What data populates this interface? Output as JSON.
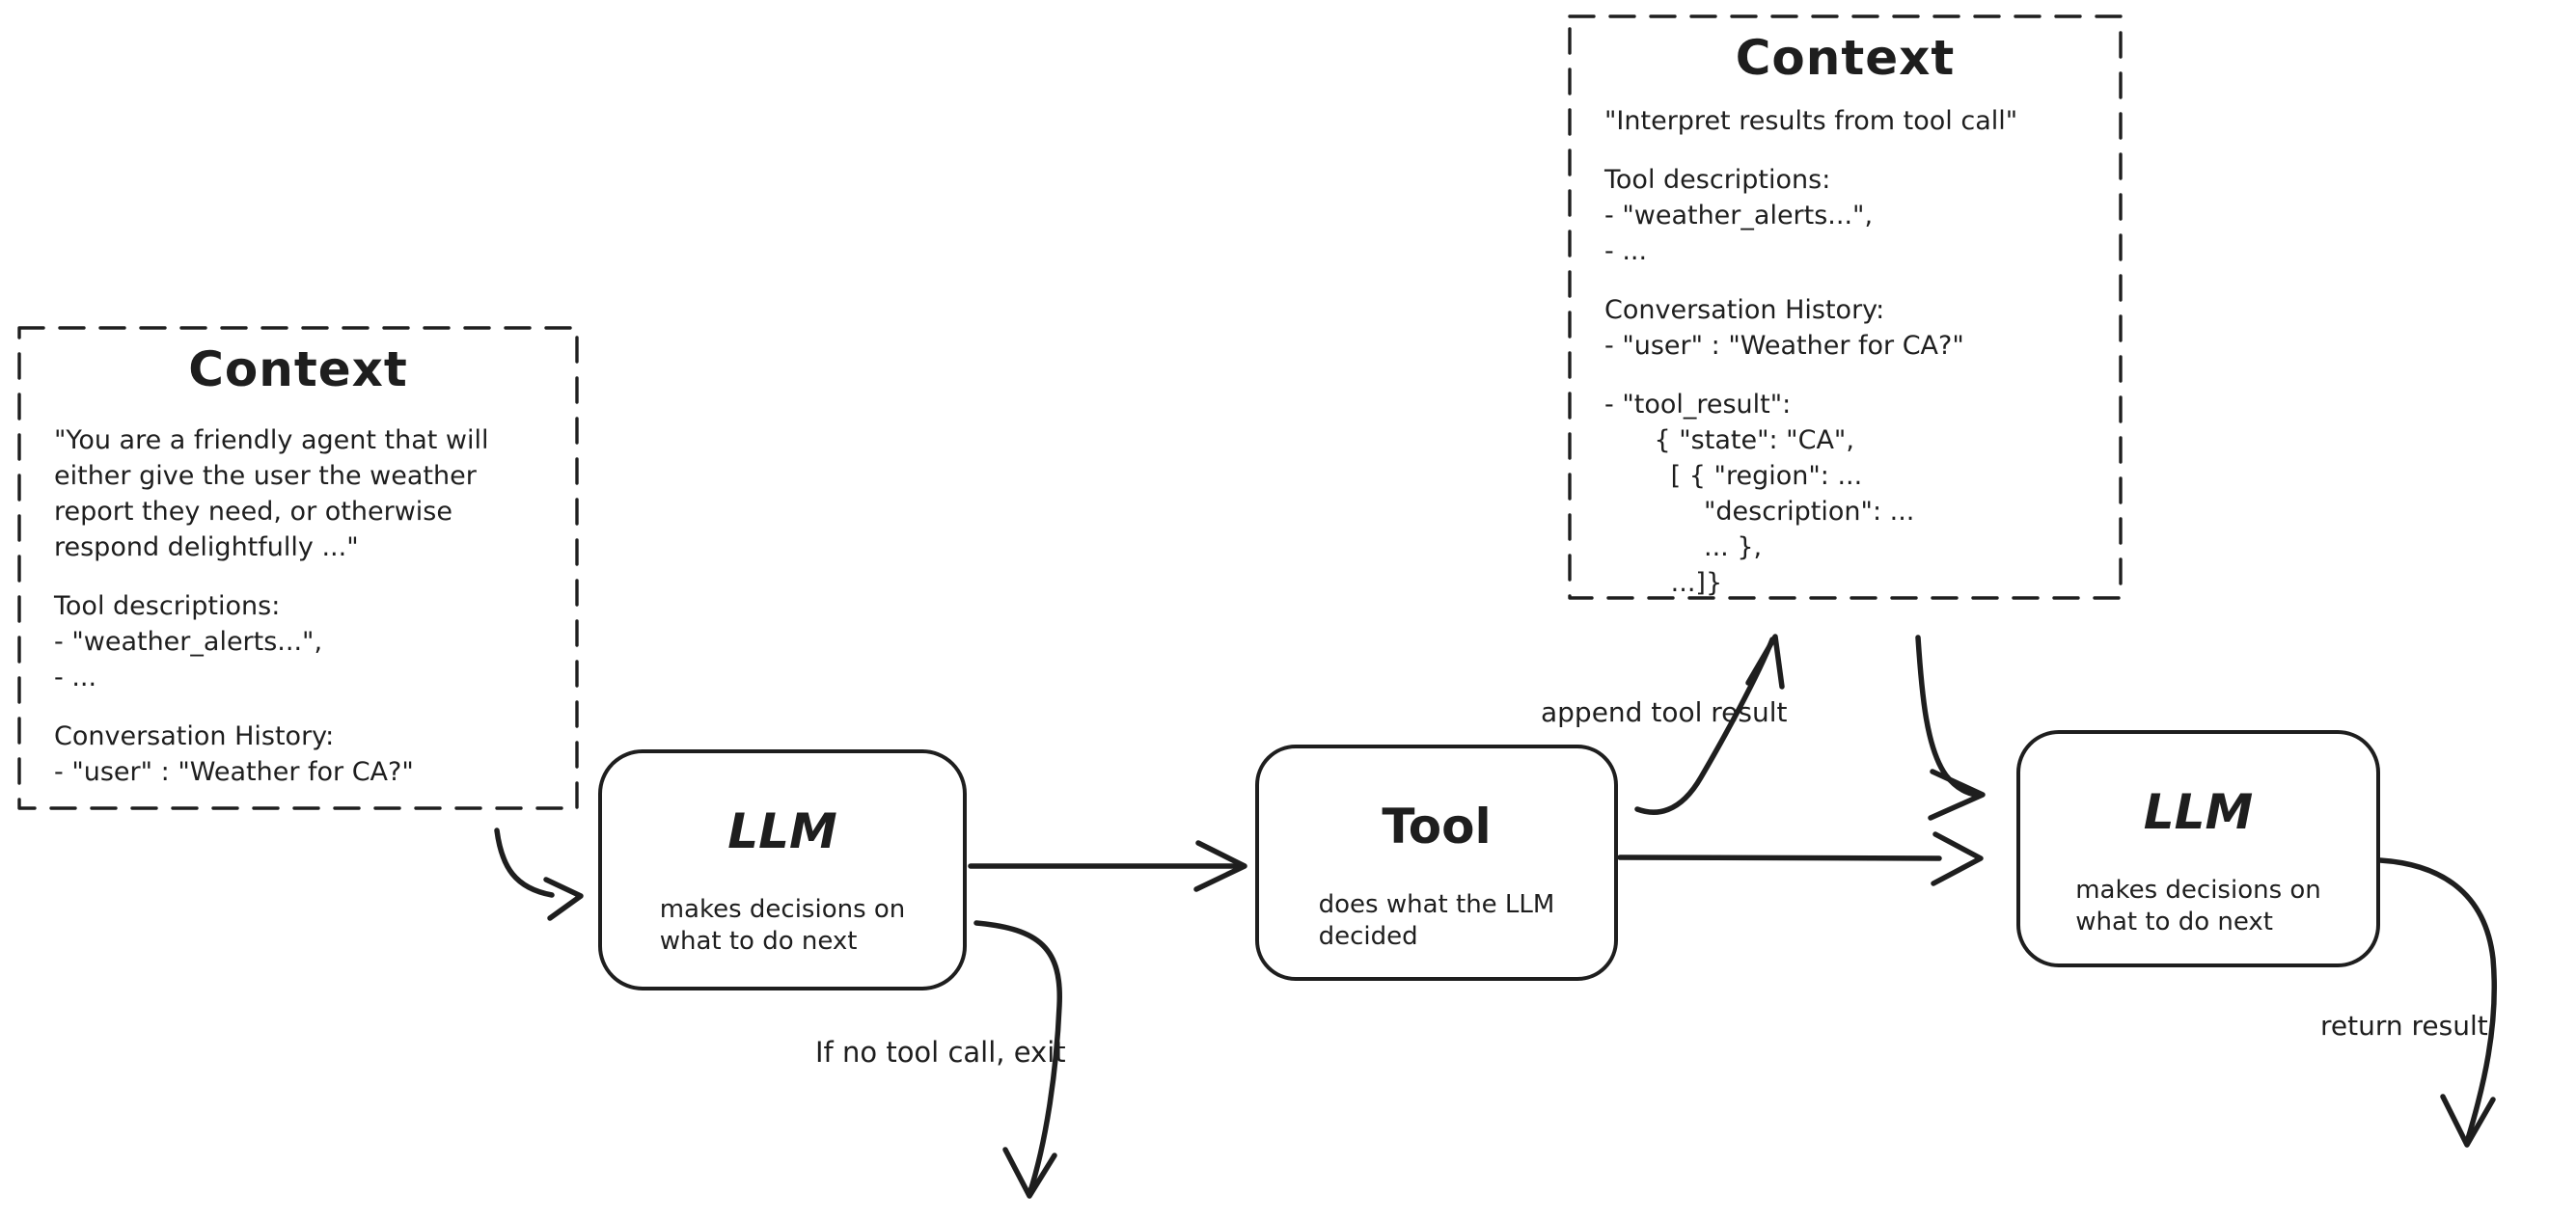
{
  "colors": {
    "stroke": "#1e1e1e",
    "background": "#ffffff"
  },
  "context_left": {
    "title": "Context",
    "paragraphs": [
      {
        "lines": [
          "\"You are a friendly agent that will",
          "either give the user the weather",
          "report they need, or otherwise",
          "respond delightfully ...\""
        ]
      },
      {
        "lines": [
          "Tool descriptions:",
          "- \"weather_alerts...\",",
          "- ..."
        ]
      },
      {
        "lines": [
          "Conversation History:",
          "- \"user\" : \"Weather for CA?\""
        ]
      }
    ]
  },
  "context_right": {
    "title": "Context",
    "paragraphs": [
      {
        "lines": [
          "\"Interpret results from tool call\""
        ]
      },
      {
        "lines": [
          "Tool descriptions:",
          "- \"weather_alerts...\",",
          "- ..."
        ]
      },
      {
        "lines": [
          "Conversation History:",
          "- \"user\" : \"Weather for CA?\""
        ]
      },
      {
        "lines": [
          "- \"tool_result\":",
          "      { \"state\": \"CA\",",
          "        [ { \"region\": ...",
          "            \"description\": ...",
          "            ... },",
          "        ...]}"
        ]
      }
    ]
  },
  "nodes": {
    "llm1": {
      "title": "LLM",
      "subtitle": "makes decisions on\nwhat to do next"
    },
    "tool": {
      "title": "Tool",
      "subtitle": "does what the LLM\ndecided"
    },
    "llm2": {
      "title": "LLM",
      "subtitle": "makes decisions on\nwhat to do next"
    }
  },
  "edge_labels": {
    "append_tool_result": "append tool result",
    "if_no_tool_call_exit": "If no tool call, exit",
    "return_result": "return result"
  }
}
